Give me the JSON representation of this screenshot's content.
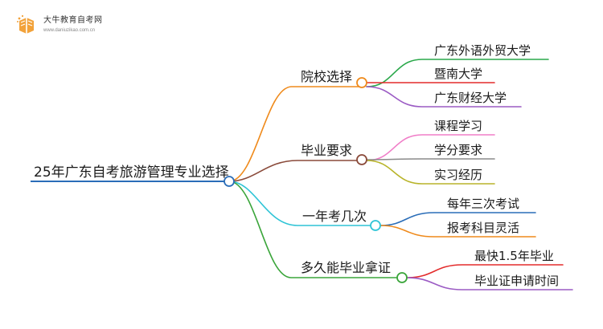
{
  "logo": {
    "name": "大牛教育自考网",
    "url": "www.daniuzikao.com.cn"
  },
  "root": "25年广东自考旅游管理专业选择",
  "colors": {
    "root": "#2a6db8",
    "branch_1": "#ef8a1b",
    "branch_2": "#8a4a3a",
    "branch_3": "#2ec4d6",
    "branch_4": "#3aa53a",
    "green": "#2aa84a",
    "red": "#e32b2b",
    "purple": "#9b5bc4",
    "pink": "#f07ec8",
    "olive": "#b8b42a",
    "gray": "#8a8a8a",
    "blue": "#2a6db8",
    "orange": "#ef8a1b"
  },
  "branches": [
    {
      "label": "院校选择",
      "leaves": [
        "广东外语外贸大学",
        "暨南大学",
        "广东财经大学"
      ]
    },
    {
      "label": "毕业要求",
      "leaves": [
        "课程学习",
        "学分要求",
        "实习经历"
      ]
    },
    {
      "label": "一年考几次",
      "leaves": [
        "每年三次考试",
        "报考科目灵活"
      ]
    },
    {
      "label": "多久能毕业拿证",
      "leaves": [
        "最快1.5年毕业",
        "毕业证申请时间"
      ]
    }
  ]
}
